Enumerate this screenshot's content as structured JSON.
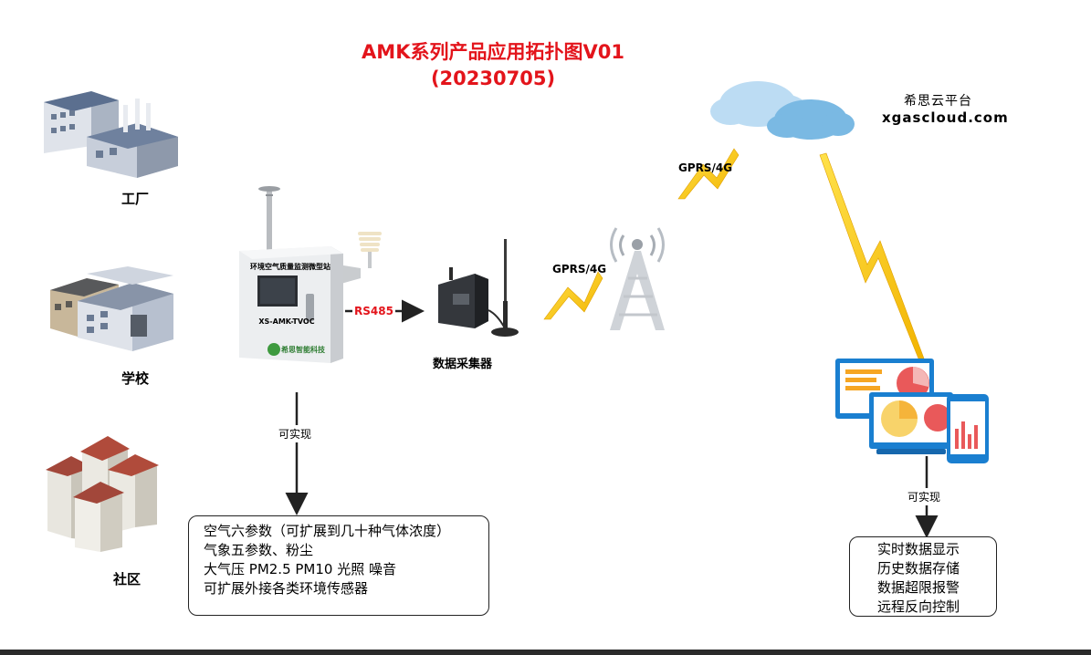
{
  "title": {
    "line1": "AMK系列产品应用拓扑图V01",
    "line2": "(20230705)"
  },
  "sites": [
    {
      "label": "工厂"
    },
    {
      "label": "学校"
    },
    {
      "label": "社区"
    }
  ],
  "station": {
    "panel_text": "环境空气质量监测微型站",
    "model": "XS-AMK-TVOC",
    "brand": "希思智能科技"
  },
  "link_rs485": "RS485",
  "collector": {
    "label": "数据采集器"
  },
  "link_gprs_1": "GPRS/4G",
  "link_gprs_2": "GPRS/4G",
  "cloud": {
    "name": "希思云平台",
    "url": "xgascloud.com"
  },
  "left_branch": {
    "arrow_label": "可实现",
    "items": [
      "空气六参数（可扩展到几十种气体浓度）",
      "气象五参数、粉尘",
      "大气压 PM2.5  PM10 光照 噪音",
      "可扩展外接各类环境传感器"
    ]
  },
  "right_branch": {
    "arrow_label": "可实现",
    "items": [
      "实时数据显示",
      "历史数据存储",
      "数据超限报警",
      "远程反向控制"
    ]
  }
}
